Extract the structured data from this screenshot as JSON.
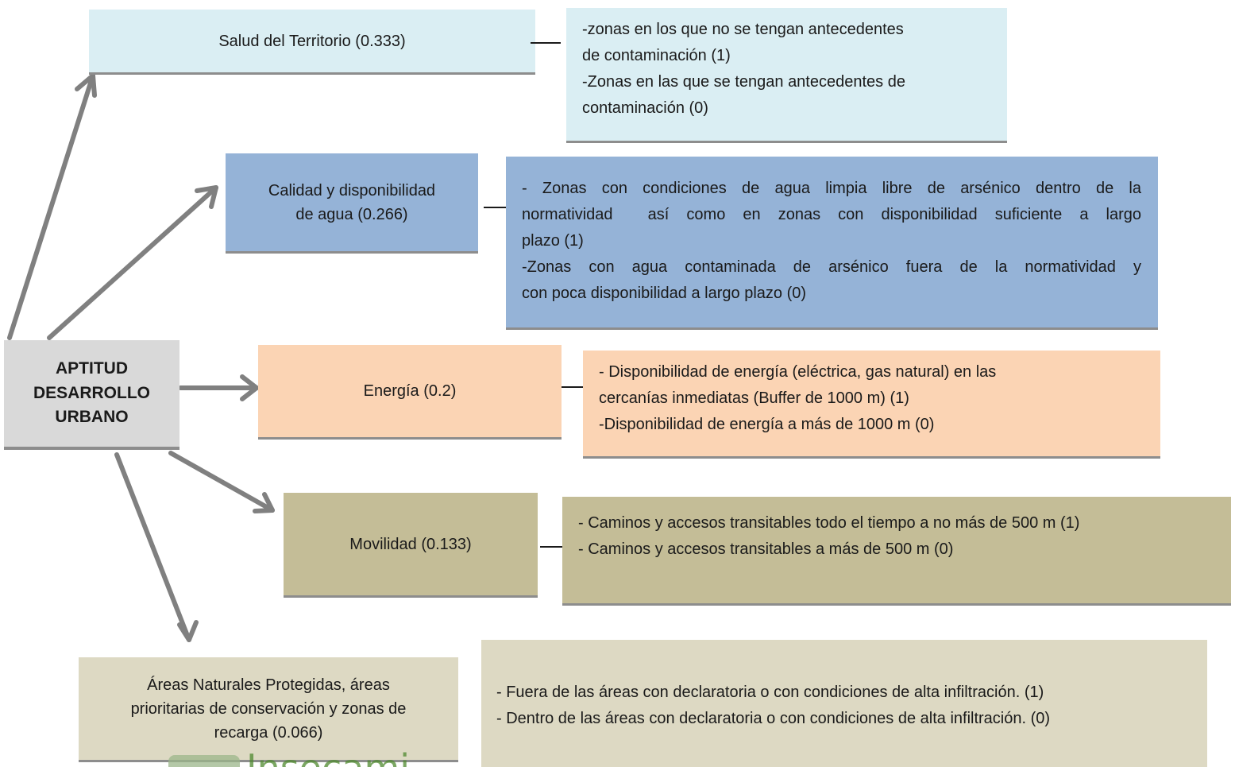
{
  "center": {
    "lines": [
      "APTITUD",
      "DESARROLLO",
      "URBANO"
    ]
  },
  "factors": {
    "salud": {
      "label": "Salud del Territorio (0.333)"
    },
    "agua": {
      "lines": [
        "Calidad y disponibilidad",
        "de agua (0.266)"
      ]
    },
    "energia": {
      "label": "Energía (0.2)"
    },
    "movilidad": {
      "label": "Movilidad (0.133)"
    },
    "anp": {
      "lines": [
        "Áreas Naturales Protegidas, áreas",
        "prioritarias de conservación y zonas de",
        "recarga (0.066)"
      ]
    }
  },
  "descriptions": {
    "salud": [
      "-zonas en los que no se tengan antecedentes",
      "de contaminación (1)",
      "-Zonas en las que se tengan antecedentes de",
      "contaminación (0)"
    ],
    "agua": [
      "- Zonas con condiciones de agua limpia libre de arsénico dentro de la",
      "normatividad  así como en zonas con disponibilidad suficiente a largo",
      "plazo (1)",
      "-Zonas con agua contaminada de arsénico fuera de la normatividad y",
      "con poca disponibilidad a largo plazo (0)"
    ],
    "energia": [
      "- Disponibilidad de energía (eléctrica, gas natural) en las",
      "cercanías inmediatas (Buffer de 1000 m) (1)",
      "-Disponibilidad de energía a más de 1000 m (0)"
    ],
    "movilidad": [
      "- Caminos y accesos transitables todo el tiempo a no más de 500 m (1)",
      "- Caminos y accesos transitables a más de 500 m (0)"
    ],
    "anp": [
      "- Fuera de las áreas con declaratoria o con condiciones de alta infiltración. (1)",
      "- Dentro de las áreas con declaratoria o con condiciones de alta infiltración. (0)"
    ]
  },
  "watermark": {
    "text": "Insecami"
  },
  "colors": {
    "salud": "#daeef3",
    "agua": "#95b3d7",
    "energia": "#fbd4b4",
    "movilidad": "#c4bd97",
    "anp": "#ddd9c3",
    "center": "#d9d9d9",
    "arrow": "#808080"
  }
}
